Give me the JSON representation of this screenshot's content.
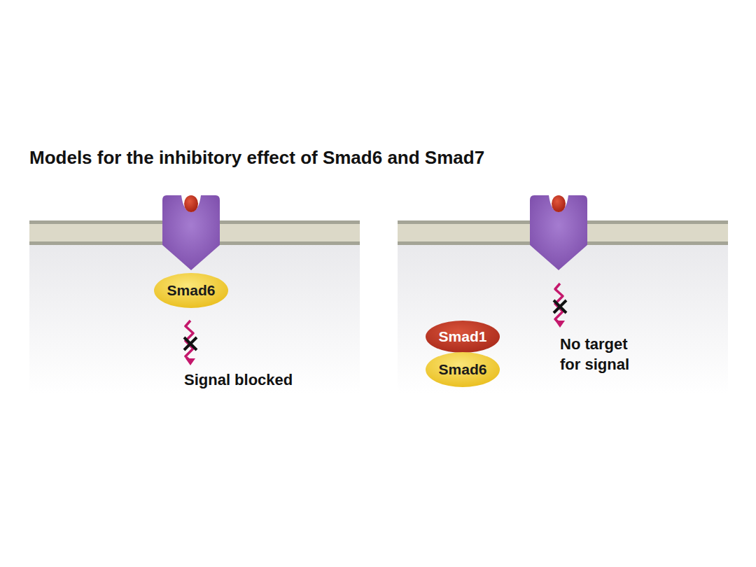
{
  "diagram": {
    "title": "Models for the inhibitory effect of Smad6 and Smad7",
    "nodes": [
      {
        "text": [
          "Smad6"
        ]
      },
      {
        "text": [
          "Smad1"
        ]
      },
      {
        "text": [
          "Smad6"
        ]
      }
    ],
    "labels": [
      "Signal blocked",
      "No target for signal"
    ]
  }
}
